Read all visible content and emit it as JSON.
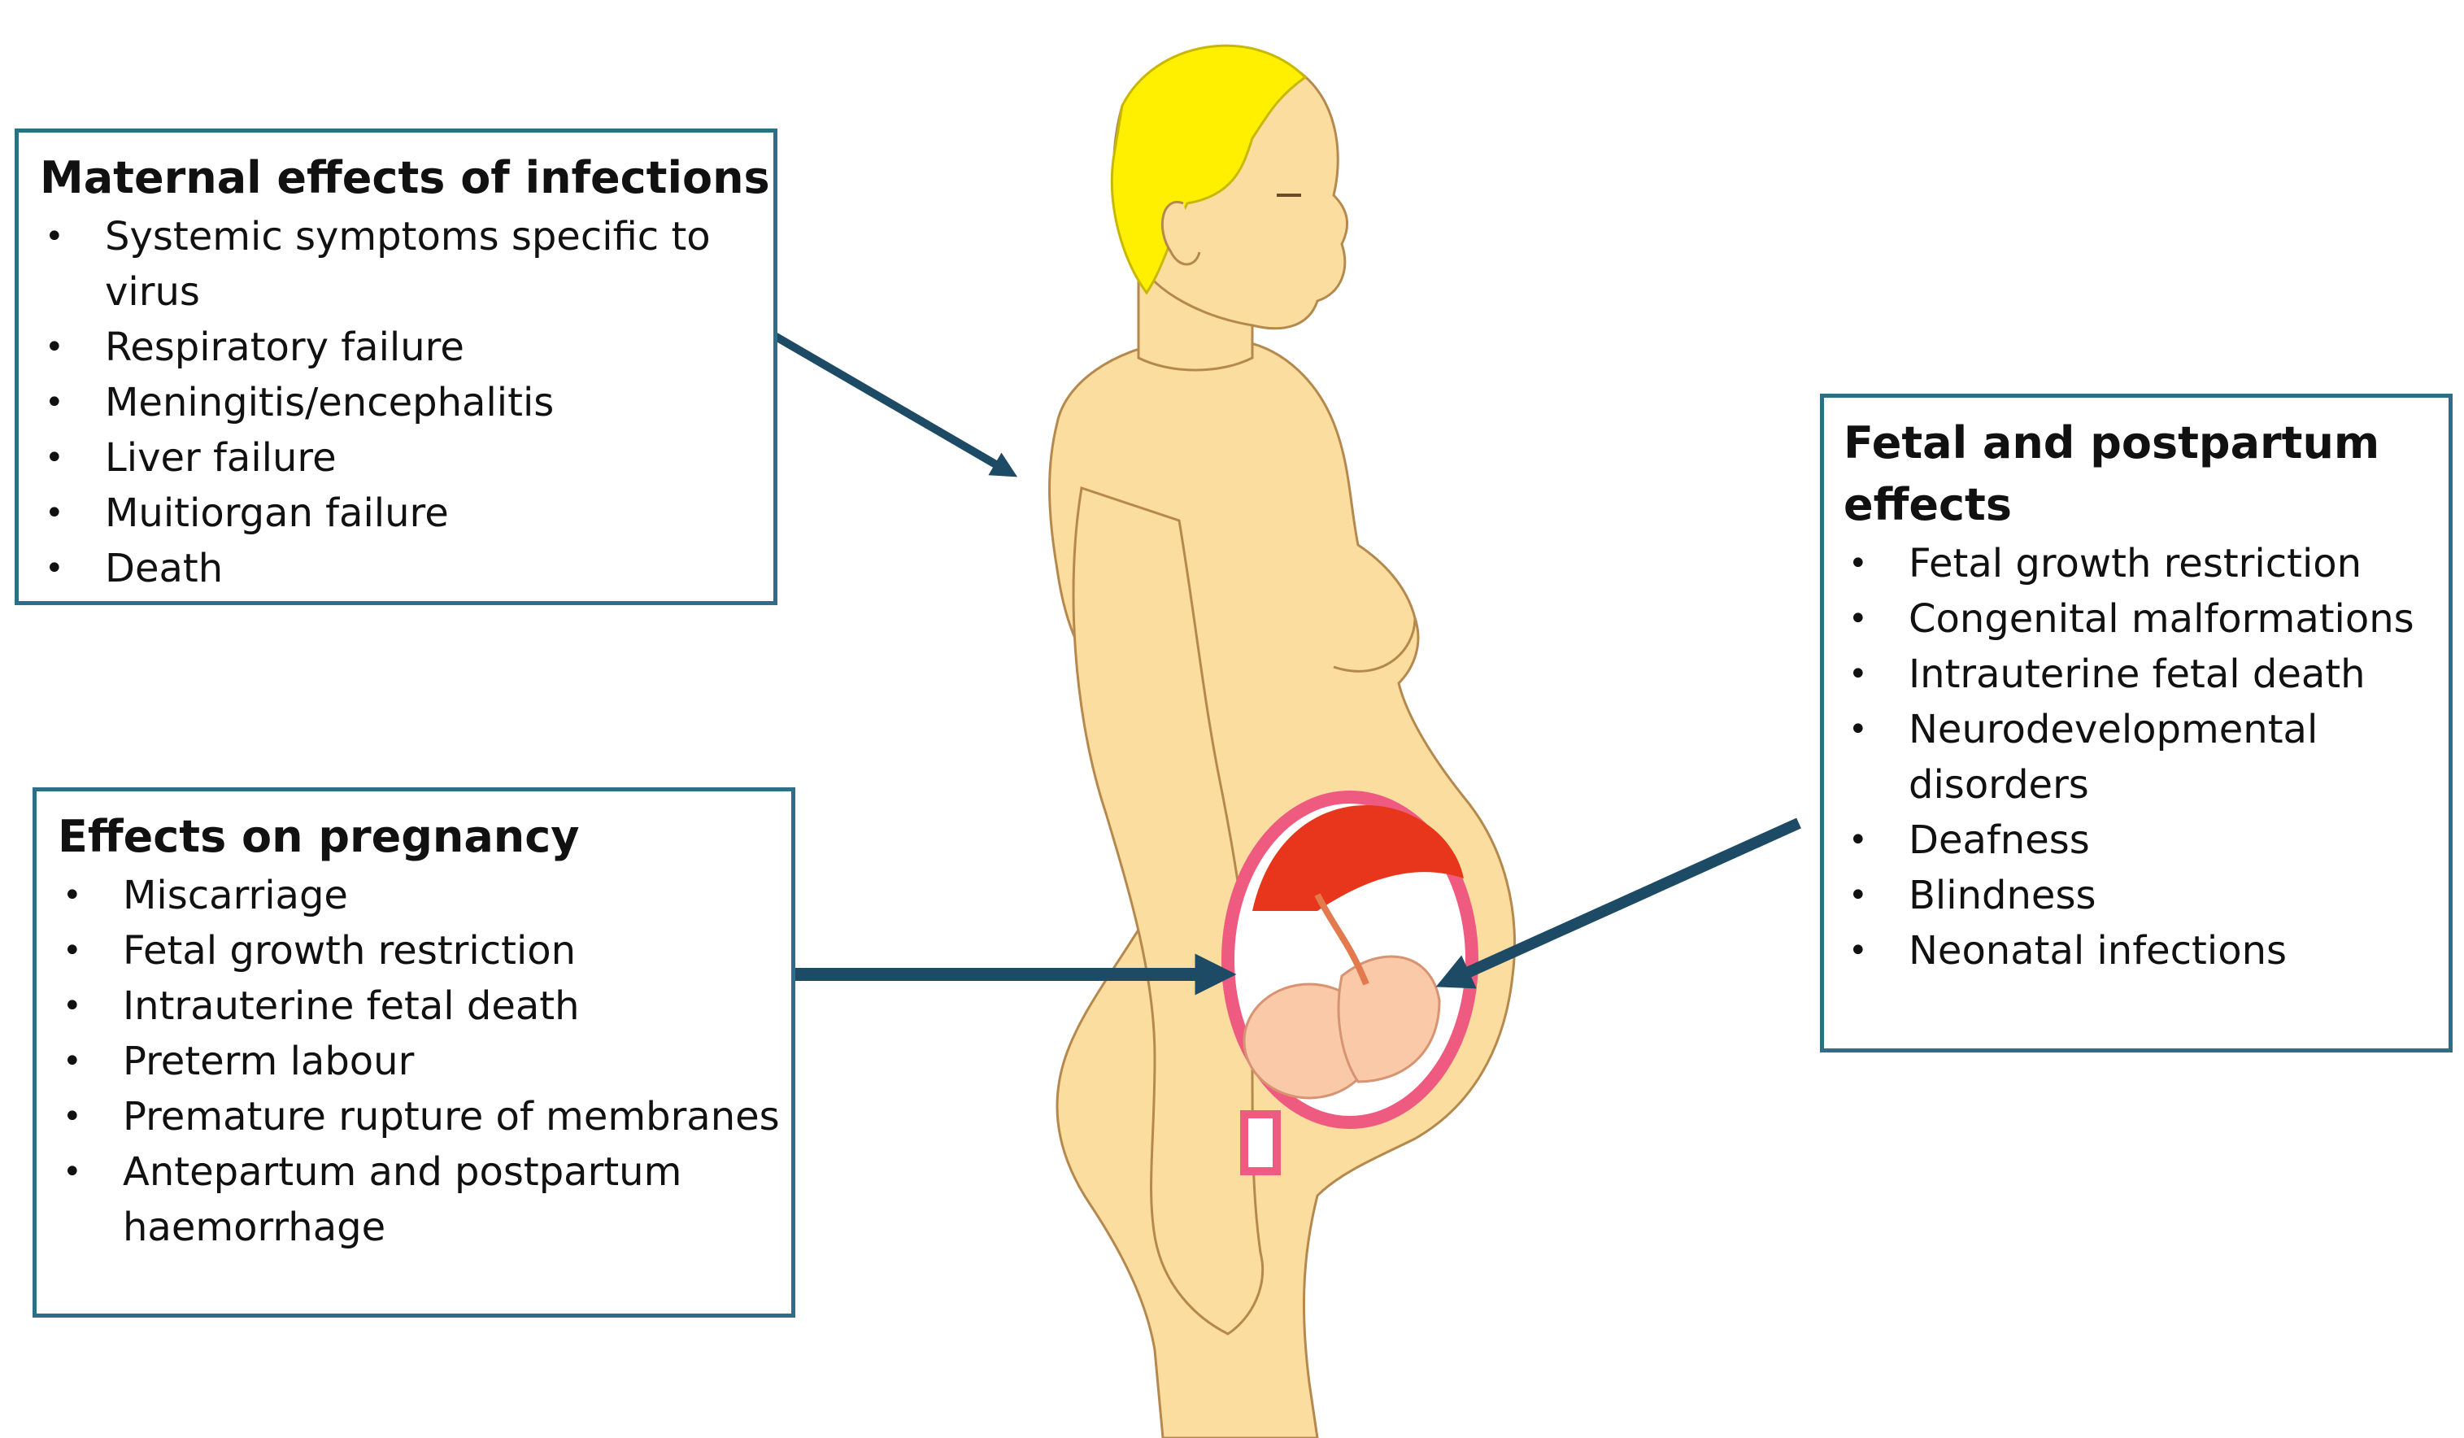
{
  "boxes": {
    "maternal": {
      "title": "Maternal effects of infections",
      "items": [
        "Systemic symptoms specific to virus",
        "Respiratory failure",
        "Meningitis/encephalitis",
        "Liver failure",
        "Muitiorgan failure",
        "Death"
      ]
    },
    "pregnancy": {
      "title": "Effects on pregnancy",
      "items": [
        "Miscarriage",
        "Fetal growth restriction",
        "Intrauterine fetal death",
        "Preterm labour",
        "Premature rupture of membranes",
        "Antepartum and postpartum haemorrhage"
      ]
    },
    "fetal": {
      "title": "Fetal and postpartum effects",
      "items": [
        "Fetal growth restriction",
        "Congenital malformations",
        "Intrauterine fetal death",
        "Neurodevelopmental disorders",
        "Deafness",
        "Blindness",
        "Neonatal infections"
      ]
    }
  },
  "colors": {
    "skin": "#fbdd9f",
    "skin_outline": "#b5894e",
    "hair": "#fff000",
    "uterus_wall": "#ee5a80",
    "amniotic_red": "#e8361c",
    "fetus": "#f9c9a8",
    "arrow": "#1d4a64",
    "box_border": "#2e6f88"
  },
  "icons": [
    "pregnant-woman-illustration",
    "fetus-in-uterus-illustration",
    "arrow"
  ]
}
